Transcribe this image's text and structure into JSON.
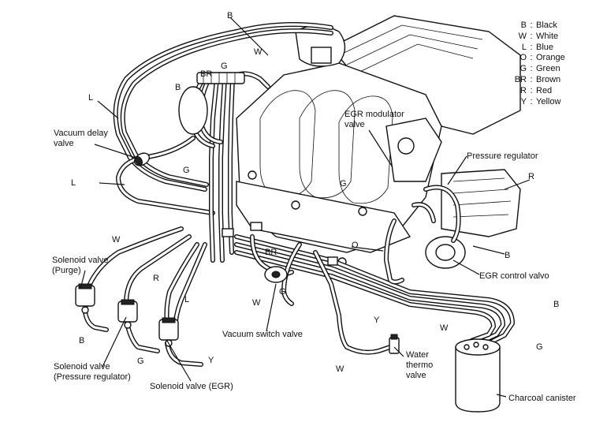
{
  "legend": [
    {
      "code": "B",
      "sep": ":",
      "color": "Black"
    },
    {
      "code": "W",
      "sep": ":",
      "color": "White"
    },
    {
      "code": "L",
      "sep": ":",
      "color": "Blue"
    },
    {
      "code": "O",
      "sep": ":",
      "color": "Orange"
    },
    {
      "code": "G",
      "sep": ":",
      "color": "Green"
    },
    {
      "code": "BR",
      "sep": ":",
      "color": "Brown"
    },
    {
      "code": "R",
      "sep": ":",
      "color": "Red"
    },
    {
      "code": "Y",
      "sep": ":",
      "color": "Yellow"
    }
  ],
  "components": {
    "vacuum_delay_valve": [
      "Vacuum delay",
      "valve"
    ],
    "egr_modulator_valve": [
      "EGR modulator",
      "valve"
    ],
    "pressure_regulator": "Pressure regulator",
    "egr_control_valve": "EGR control valvo",
    "solenoid_purge": [
      "Solenoid valve",
      "(Purge)"
    ],
    "solenoid_pressure_regulator": [
      "Solenoid valve",
      "(Pressure regulator)"
    ],
    "solenoid_egr": "Solenoid valve (EGR)",
    "vacuum_switch_valve": "Vacuum switch valve",
    "water_thermo_valve": [
      "Water",
      "thermo",
      "valve"
    ],
    "charcoal_canister": "Charcoal canister"
  },
  "hose_codes": {
    "top_b": "B",
    "top_l": "L",
    "manifold_w": "W",
    "manifold_g": "G",
    "manifold_br": "BR",
    "manifold_b": "B",
    "left_g": "G",
    "left_l": "L",
    "center_g": "G",
    "right_r": "R",
    "right_o": "O",
    "right_b": "B",
    "lower_w1": "W",
    "lower_r": "R",
    "lower_l": "L",
    "sol_b": "B",
    "sol_g": "G",
    "sol_y": "Y",
    "mid_br": "BR",
    "mid_w": "W",
    "mid_g": "G",
    "bottom_y": "Y",
    "bottom_w": "W",
    "canister_w": "W",
    "canister_b": "B",
    "canister_g": "G"
  }
}
